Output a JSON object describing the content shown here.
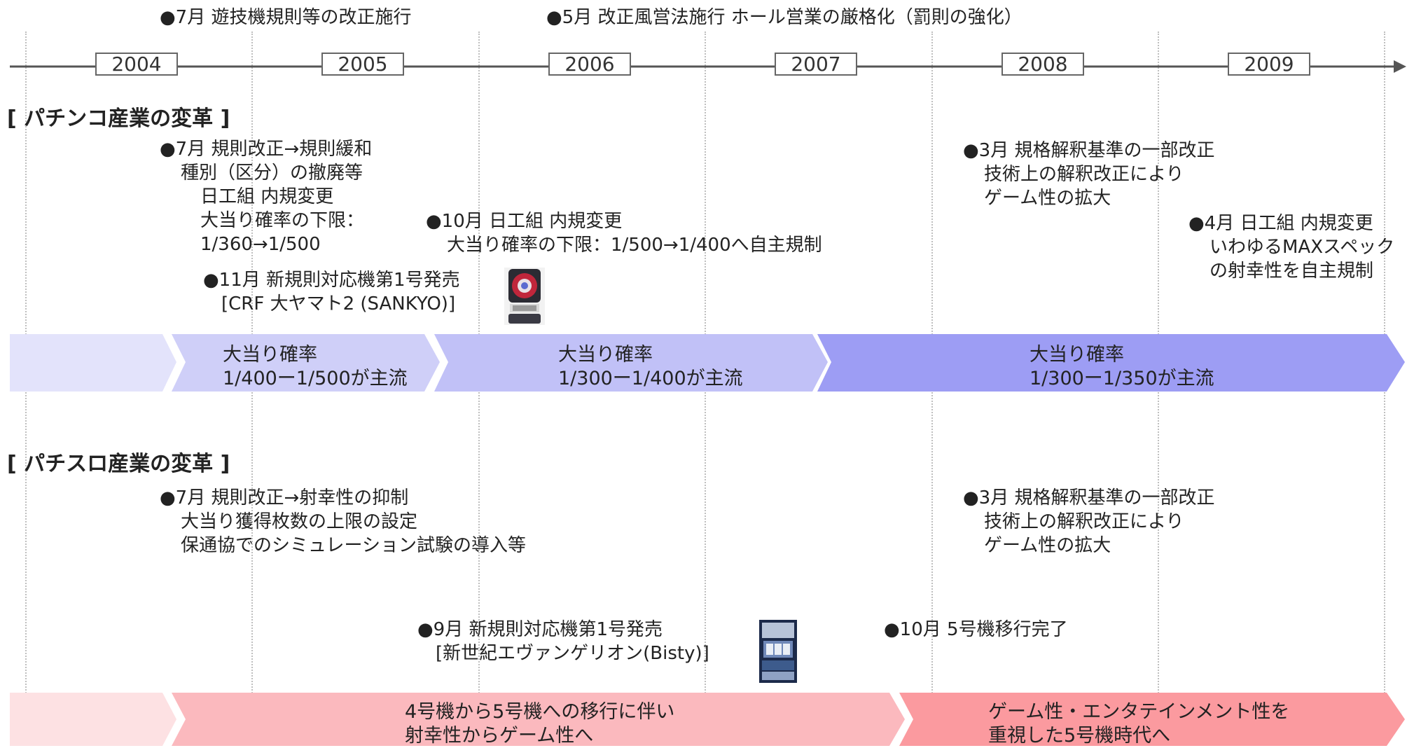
{
  "top_events": [
    "●7月 遊技機規則等の改正施行",
    "●5月 改正風営法施行 ホール営業の厳格化（罰則の強化）"
  ],
  "years": [
    "2004",
    "2005",
    "2006",
    "2007",
    "2008",
    "2009"
  ],
  "pachinko": {
    "heading": "[ パチンコ産業の変革 ]",
    "ev1": [
      "●7月 規則改正→規則緩和",
      "種別（区分）の撤廃等",
      "日工組 内規変更",
      "大当り確率の下限：",
      "1/360→1/500"
    ],
    "ev2": [
      "●10月 日工組 内規変更",
      "大当り確率の下限：1/500→1/400へ自主規制"
    ],
    "ev3": [
      "●11月 新規則対応機第1号発売",
      "[CRF 大ヤマト2 (SANKYO)]"
    ],
    "ev4": [
      "●3月 規格解釈基準の一部改正",
      "技術上の解釈改正により",
      "ゲーム性の拡大"
    ],
    "ev5": [
      "●4月 日工組 内規変更",
      "いわゆるMAXスペック",
      "の射幸性を自主規制"
    ],
    "bands": [
      [
        "大当り確率",
        "1/400ー1/500が主流"
      ],
      [
        "大当り確率",
        "1/300ー1/400が主流"
      ],
      [
        "大当り確率",
        "1/300ー1/350が主流"
      ]
    ],
    "band_colors": [
      "#e3e3fb",
      "#cfcff8",
      "#c1c1f7",
      "#9d9df4"
    ]
  },
  "pachislot": {
    "heading": "[ パチスロ産業の変革 ]",
    "ev1": [
      "●7月 規則改正→射幸性の抑制",
      "大当り獲得枚数の上限の設定",
      "保通協でのシミュレーション試験の導入等"
    ],
    "ev2": [
      "●3月 規格解釈基準の一部改正",
      "技術上の解釈改正により",
      "ゲーム性の拡大"
    ],
    "ev3": [
      "●9月 新規則対応機第1号発売",
      "[新世紀エヴァンゲリオン(Bisty)]"
    ],
    "ev4": [
      "●10月 5号機移行完了"
    ],
    "bands": [
      [
        "4号機から5号機への移行に伴い",
        "射幸性からゲーム性へ"
      ],
      [
        "ゲーム性・エンタテインメント性を",
        "重視した5号機時代へ"
      ]
    ],
    "band_colors": [
      "#fde1e3",
      "#fbb9be",
      "#fb9a9f"
    ]
  }
}
